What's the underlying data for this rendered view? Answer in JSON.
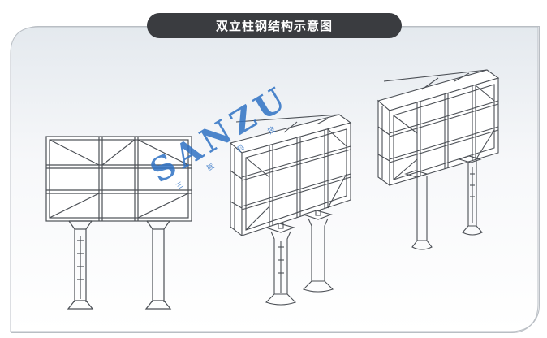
{
  "title": "双立柱钢结构示意图",
  "watermark": {
    "brand": "SANZU",
    "small_chars": [
      "三",
      "族",
      "科",
      "技"
    ],
    "color": "#2f72c4"
  },
  "colors": {
    "line": "#4b4f55",
    "panel_bg": "#eef1f4",
    "panel_border": "#b9bec4",
    "title_bg": "#3a3c40",
    "title_text": "#ffffff"
  },
  "structures": [
    {
      "name": "front-view-frame",
      "columns": 2
    },
    {
      "name": "perspective-frame-separate-columns",
      "columns": 2
    },
    {
      "name": "perspective-frame-mounted",
      "columns": 2
    }
  ]
}
